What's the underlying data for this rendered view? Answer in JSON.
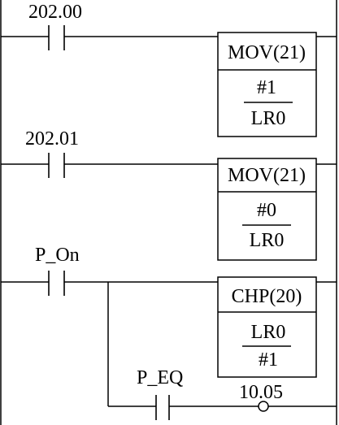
{
  "rungs": [
    {
      "contact": "202.00",
      "instruction": "MOV(21)",
      "operand1": "#1",
      "operand2": "LR0"
    },
    {
      "contact": "202.01",
      "instruction": "MOV(21)",
      "operand1": "#0",
      "operand2": "LR0"
    },
    {
      "contact": "P_On",
      "instruction": "CHP(20)",
      "operand1": "LR0",
      "operand2": "#1",
      "branch_contact": "P_EQ",
      "output": "10.05"
    }
  ]
}
